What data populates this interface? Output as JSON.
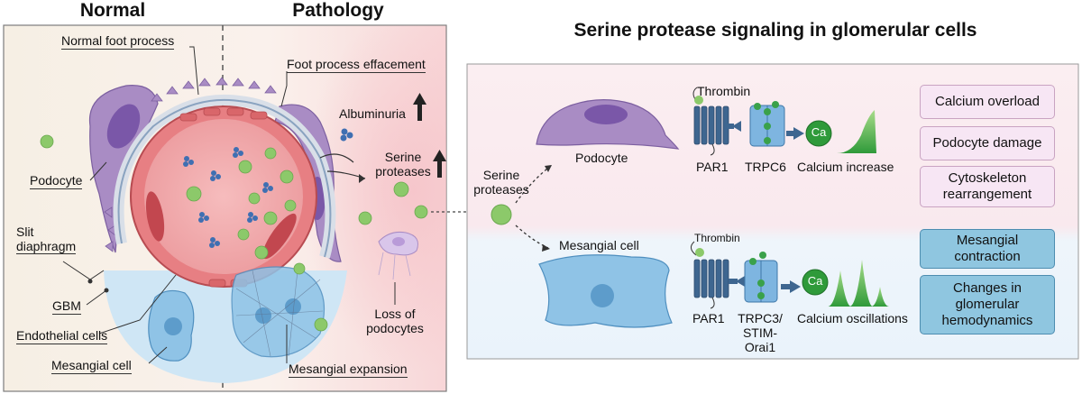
{
  "left_panel": {
    "header_normal": "Normal",
    "header_pathology": "Pathology",
    "labels": {
      "normal_foot_process": "Normal foot process",
      "foot_process_effacement": "Foot process effacement",
      "albuminuria": "Albuminuria",
      "serine_proteases_line1": "Serine",
      "serine_proteases_line2": "proteases",
      "podocyte": "Podocyte",
      "slit_diaphragm_line1": "Slit",
      "slit_diaphragm_line2": "diaphragm",
      "gbm": "GBM",
      "endothelial_cells": "Endothelial cells",
      "mesangial_cell": "Mesangial cell",
      "mesangial_expansion": "Mesangial expansion",
      "loss_of_podocytes_line1": "Loss of",
      "loss_of_podocytes_line2": "podocytes"
    }
  },
  "right_panel": {
    "title": "Serine protease signaling in glomerular cells",
    "serine_proteases_line1": "Serine",
    "serine_proteases_line2": "proteases",
    "podocyte_row": {
      "cell_label": "Podocyte",
      "thrombin": "Thrombin",
      "receptor": "PAR1",
      "channel": "TRPC6",
      "ca_symbol": "Ca",
      "result": "Calcium increase",
      "outcomes": [
        "Calcium overload",
        "Podocyte damage",
        "Cytoskeleton rearrangement"
      ]
    },
    "mesangial_row": {
      "cell_label": "Mesangial cell",
      "thrombin": "Thrombin",
      "receptor": "PAR1",
      "channel_line1": "TRPC3/",
      "channel_line2": "STIM-",
      "channel_line3": "Orai1",
      "ca_symbol": "Ca",
      "result": "Calcium oscillations",
      "outcomes": [
        "Mesangial contraction",
        "Changes in glomerular hemodynamics"
      ]
    }
  },
  "colors": {
    "podocyte": "#a98cc4",
    "podocyte_nucleus": "#7a57a8",
    "mesangial": "#8fc3e6",
    "endothelial": "#d9666a",
    "protease_green": "#8cc96a",
    "calcium_green": "#2f9a3a",
    "outcome_pink": "#f7e6f4",
    "outcome_blue": "#8fc6e0"
  }
}
